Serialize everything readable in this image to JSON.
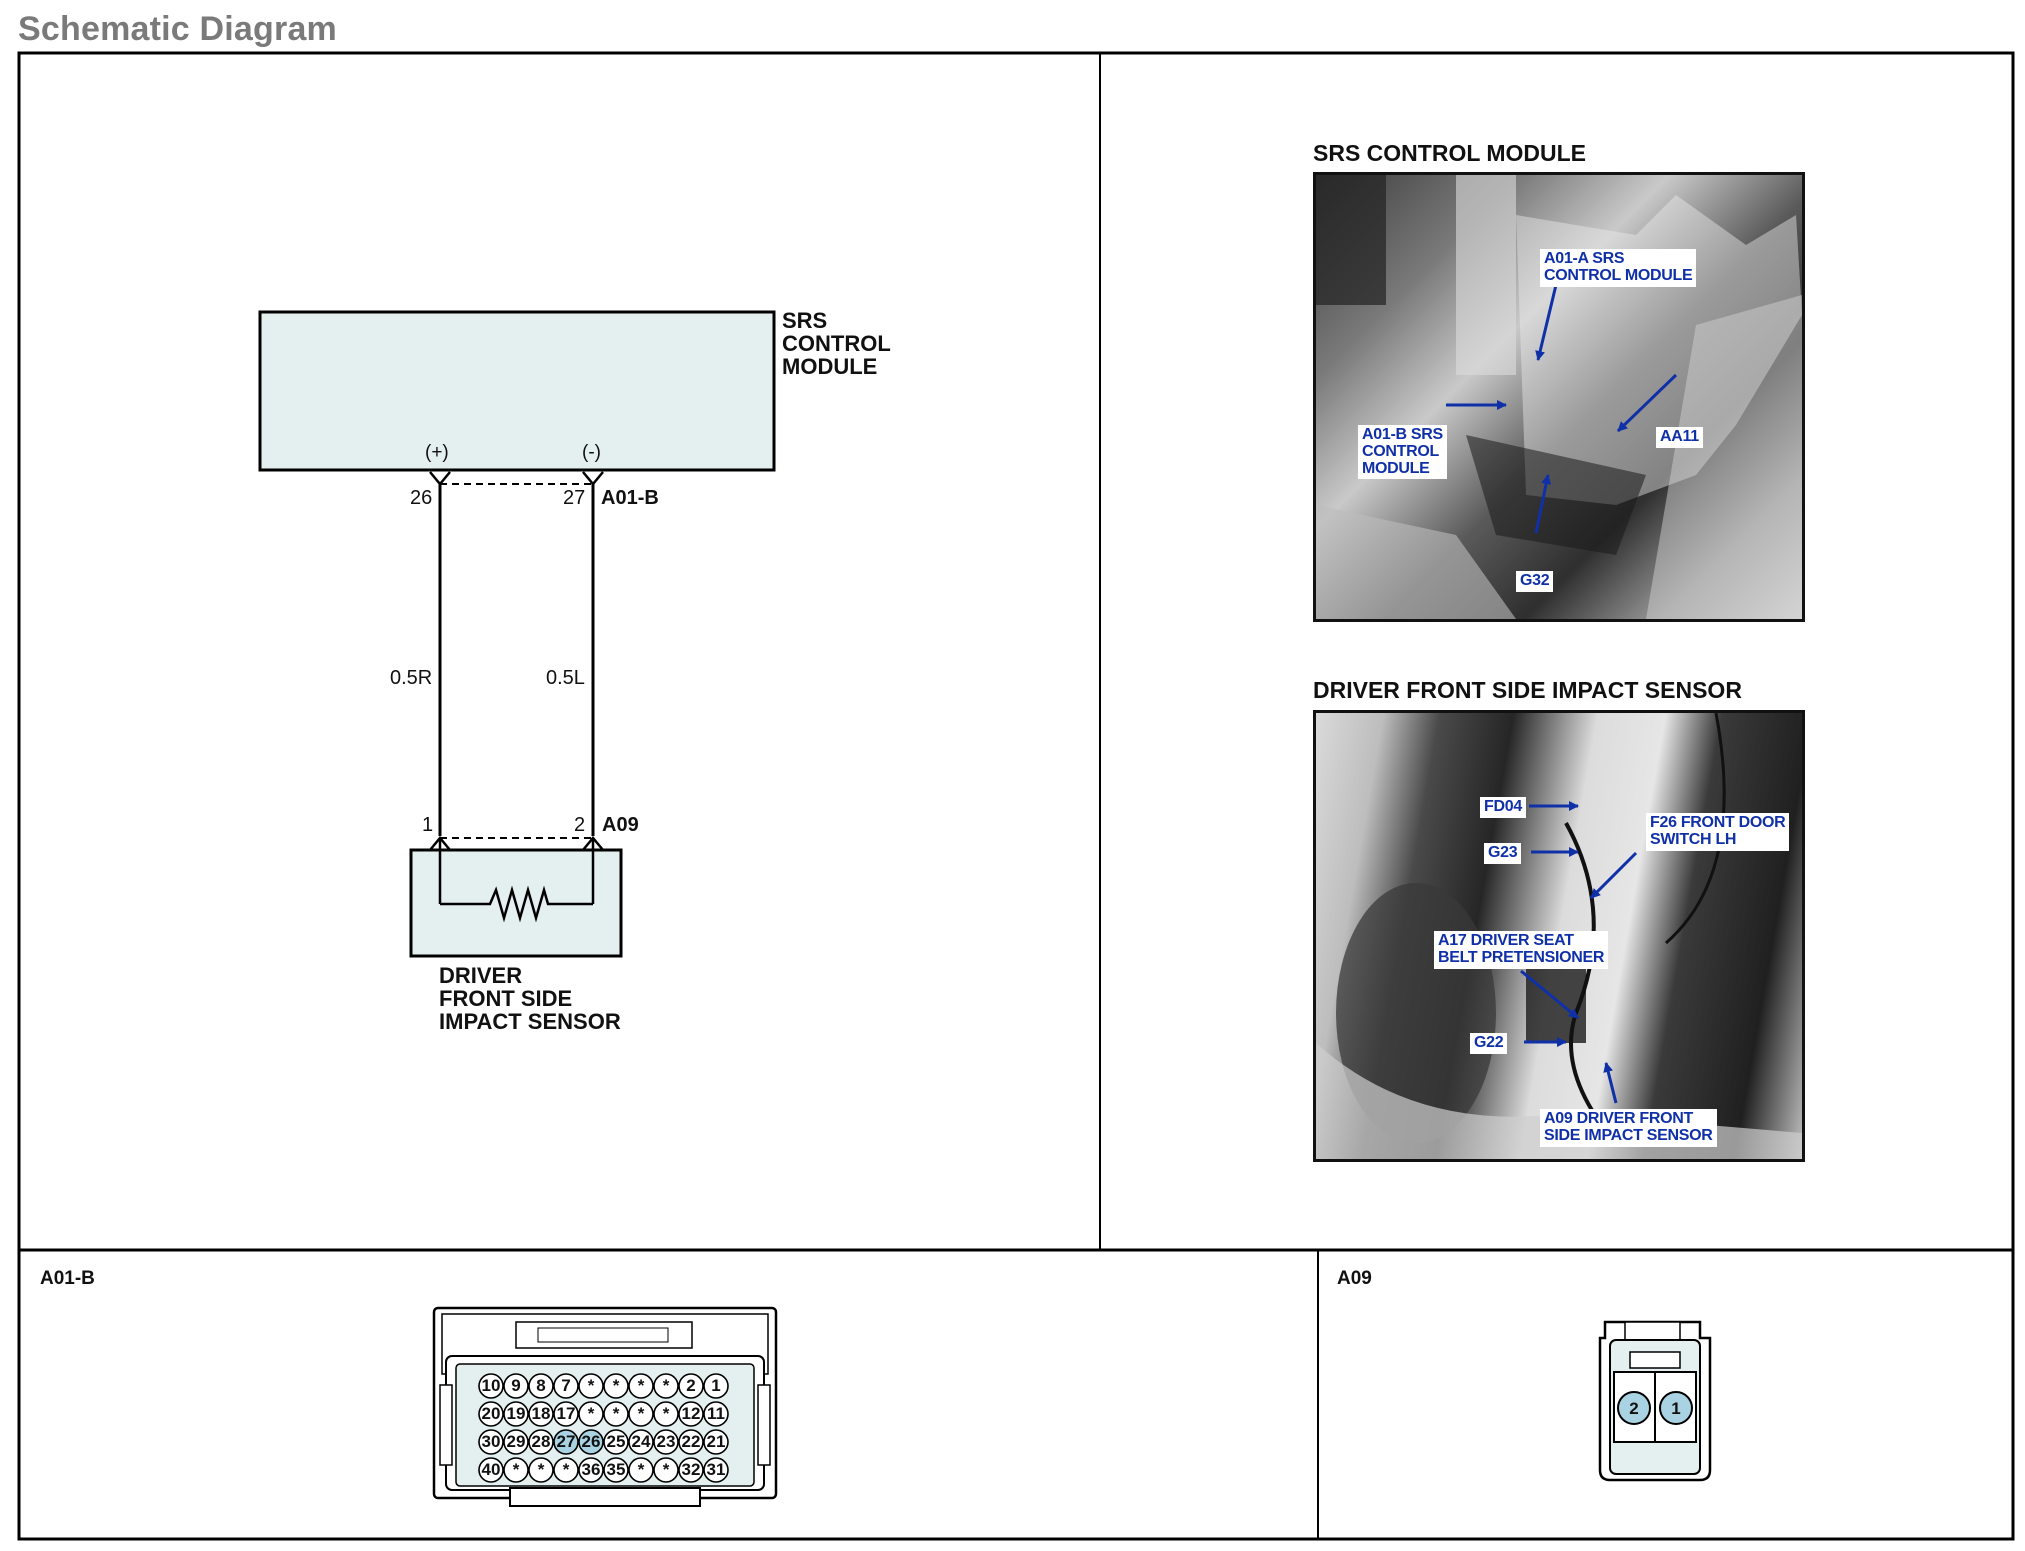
{
  "page_title": "Schematic Diagram",
  "schematic": {
    "module_label": "SRS\nCONTROL\nMODULE",
    "plus_label": "(+)",
    "minus_label": "(-)",
    "pin_26": "26",
    "pin_27": "27",
    "connector_a01b": "A01-B",
    "wire_left": "0.5R",
    "wire_right": "0.5L",
    "pin_1": "1",
    "pin_2": "2",
    "connector_a09": "A09",
    "sensor_label": "DRIVER\nFRONT SIDE\nIMPACT SENSOR"
  },
  "photos": {
    "srs_title": "SRS CONTROL MODULE",
    "srs_callouts": {
      "a01a": "A01-A SRS\nCONTROL MODULE",
      "a01b": "A01-B SRS\nCONTROL\nMODULE",
      "aa11": "AA11",
      "g32": "G32"
    },
    "sensor_title": "DRIVER FRONT SIDE IMPACT SENSOR",
    "sensor_callouts": {
      "fd04": "FD04",
      "g23": "G23",
      "f26": "F26 FRONT DOOR\nSWITCH LH",
      "a17": "A17 DRIVER SEAT\nBELT PRETENSIONER",
      "g22": "G22",
      "a09": "A09 DRIVER FRONT\nSIDE IMPACT SENSOR"
    }
  },
  "connectors": {
    "a01b_title": "A01-B",
    "a09_title": "A09",
    "a01b_rows": [
      [
        "10",
        "9",
        "8",
        "7",
        "*",
        "*",
        "*",
        "*",
        "2",
        "1"
      ],
      [
        "20",
        "19",
        "18",
        "17",
        "*",
        "*",
        "*",
        "*",
        "12",
        "11"
      ],
      [
        "30",
        "29",
        "28",
        "27",
        "26",
        "25",
        "24",
        "23",
        "22",
        "21"
      ],
      [
        "40",
        "*",
        "*",
        "*",
        "36",
        "35",
        "*",
        "*",
        "32",
        "31"
      ]
    ],
    "a01b_highlight": [
      "27",
      "26"
    ],
    "a09_pins": [
      "2",
      "1"
    ]
  },
  "colors": {
    "module_fill": "#e4eff0",
    "pin_highlight": "#a9d3e3",
    "callout_text": "#1030a8",
    "arrow": "#1030a8"
  }
}
